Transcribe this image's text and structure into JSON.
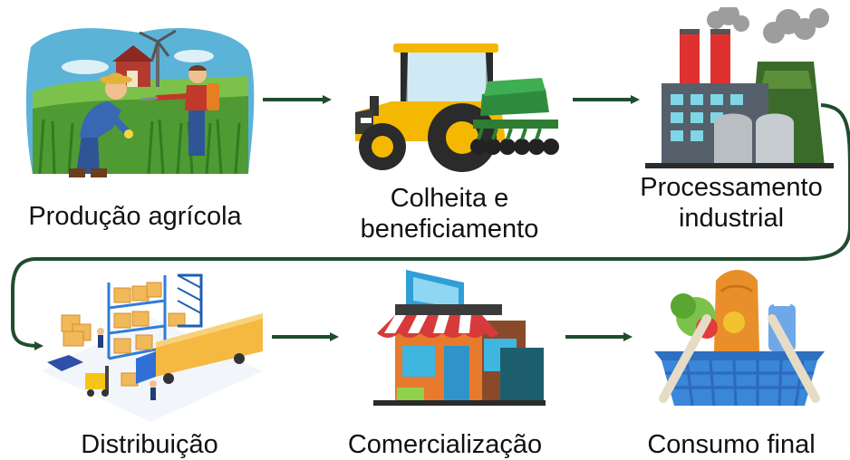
{
  "colors": {
    "arrow": "#1f4d2e",
    "text": "#111111"
  },
  "steps": [
    {
      "label": "Produção agrícola",
      "icon": "farmers-field-icon"
    },
    {
      "label": "Colheita e\nbeneficiamento",
      "icon": "tractor-harvester-icon"
    },
    {
      "label": "Processamento\nindustrial",
      "icon": "factory-icon"
    },
    {
      "label": "Distribuição",
      "icon": "warehouse-logistics-icon"
    },
    {
      "label": "Comercialização",
      "icon": "storefront-icon"
    },
    {
      "label": "Consumo final",
      "icon": "food-basket-icon"
    }
  ]
}
